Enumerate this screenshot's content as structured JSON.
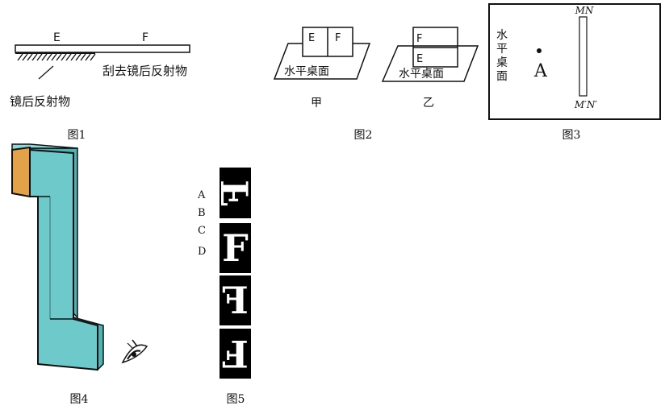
{
  "fig1": {
    "label_e": "E",
    "label_f": "F",
    "label_scraped": "刮去镜后反射物",
    "label_backing": "镜后反射物",
    "caption": "图1"
  },
  "fig2": {
    "jia": {
      "label_e": "E",
      "label_f": "F",
      "table": "水平桌面",
      "caption": "甲"
    },
    "yi": {
      "label_f": "F",
      "label_e": "E",
      "table": "水平桌面",
      "caption": "乙"
    },
    "caption": "图2"
  },
  "fig3": {
    "label_mn": "MN",
    "label_mpnp": "M′N′",
    "label_a": "A",
    "table_chars": [
      "水",
      "平",
      "桌",
      "面"
    ],
    "caption": "图3"
  },
  "fig4": {
    "caption": "图4",
    "colors": {
      "body": "#6ec9cb",
      "window": "#e3a24a",
      "outline": "#111111"
    }
  },
  "fig5": {
    "options": [
      "A",
      "B",
      "C",
      "D"
    ],
    "glyph": "F",
    "caption": "图5"
  }
}
